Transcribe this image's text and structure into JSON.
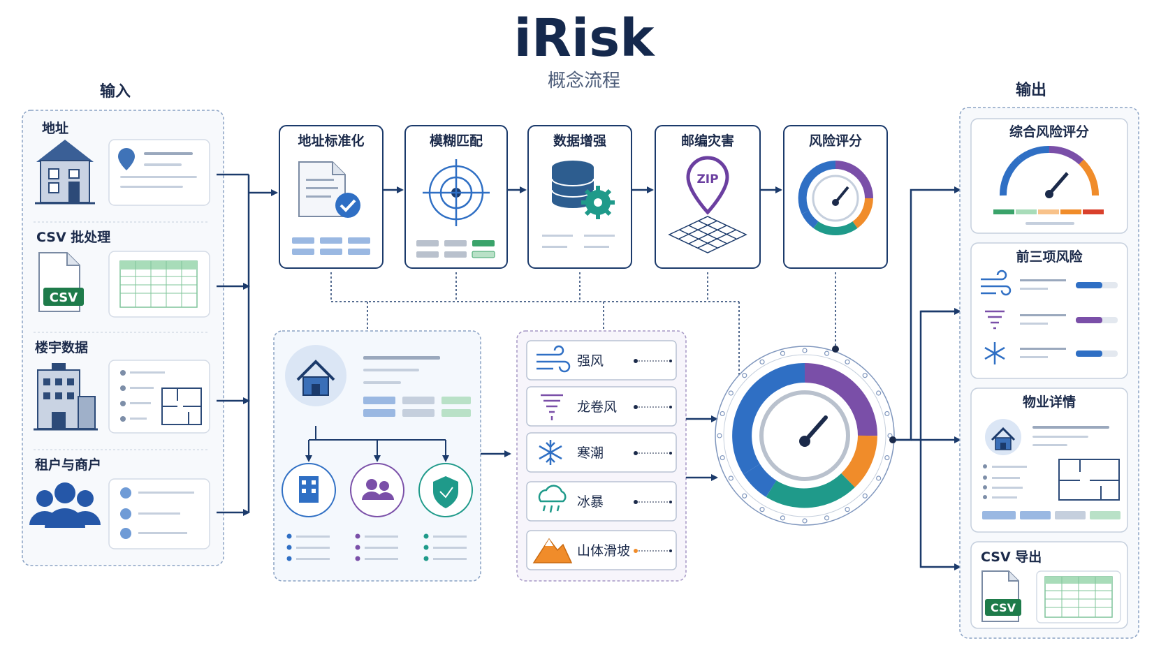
{
  "header": {
    "title": "iRisk",
    "subtitle": "概念流程"
  },
  "input": {
    "heading": "输入",
    "items": [
      {
        "label": "地址",
        "icon": "house-icon"
      },
      {
        "label": "CSV 批处理",
        "icon": "csv-file-icon",
        "badge": "CSV"
      },
      {
        "label": "楼宇数据",
        "icon": "building-icon"
      },
      {
        "label": "租户与商户",
        "icon": "people-icon"
      }
    ]
  },
  "pipeline": {
    "steps": [
      {
        "label": "地址标准化",
        "icon": "document-check-icon"
      },
      {
        "label": "模糊匹配",
        "icon": "target-icon"
      },
      {
        "label": "数据增强",
        "icon": "database-gear-icon"
      },
      {
        "label": "邮编灾害",
        "icon": "zip-pin-icon",
        "badge": "ZIP"
      },
      {
        "label": "风险评分",
        "icon": "gauge-icon"
      }
    ]
  },
  "hazards": {
    "items": [
      {
        "label": "强风",
        "icon": "wind-icon"
      },
      {
        "label": "龙卷风",
        "icon": "tornado-icon"
      },
      {
        "label": "寒潮",
        "icon": "snowflake-icon"
      },
      {
        "label": "冰暴",
        "icon": "ice-storm-icon"
      },
      {
        "label": "山体滑坡",
        "icon": "mountain-icon"
      }
    ]
  },
  "output": {
    "heading": "输出",
    "panels": [
      {
        "label": "综合风险评分",
        "icon": "gauge-icon"
      },
      {
        "label": "前三项风险",
        "icon": "risk-list-icon"
      },
      {
        "label": "物业详情",
        "icon": "house-icon"
      },
      {
        "label": "CSV 导出",
        "icon": "csv-file-icon",
        "badge": "CSV"
      }
    ]
  },
  "colors": {
    "navy": "#1b3a6b",
    "blue": "#2f6fc4",
    "purple": "#7a4fa8",
    "orange": "#f08c2a",
    "teal": "#1f9a8a",
    "green": "#2e8b57",
    "red": "#d9402b"
  }
}
